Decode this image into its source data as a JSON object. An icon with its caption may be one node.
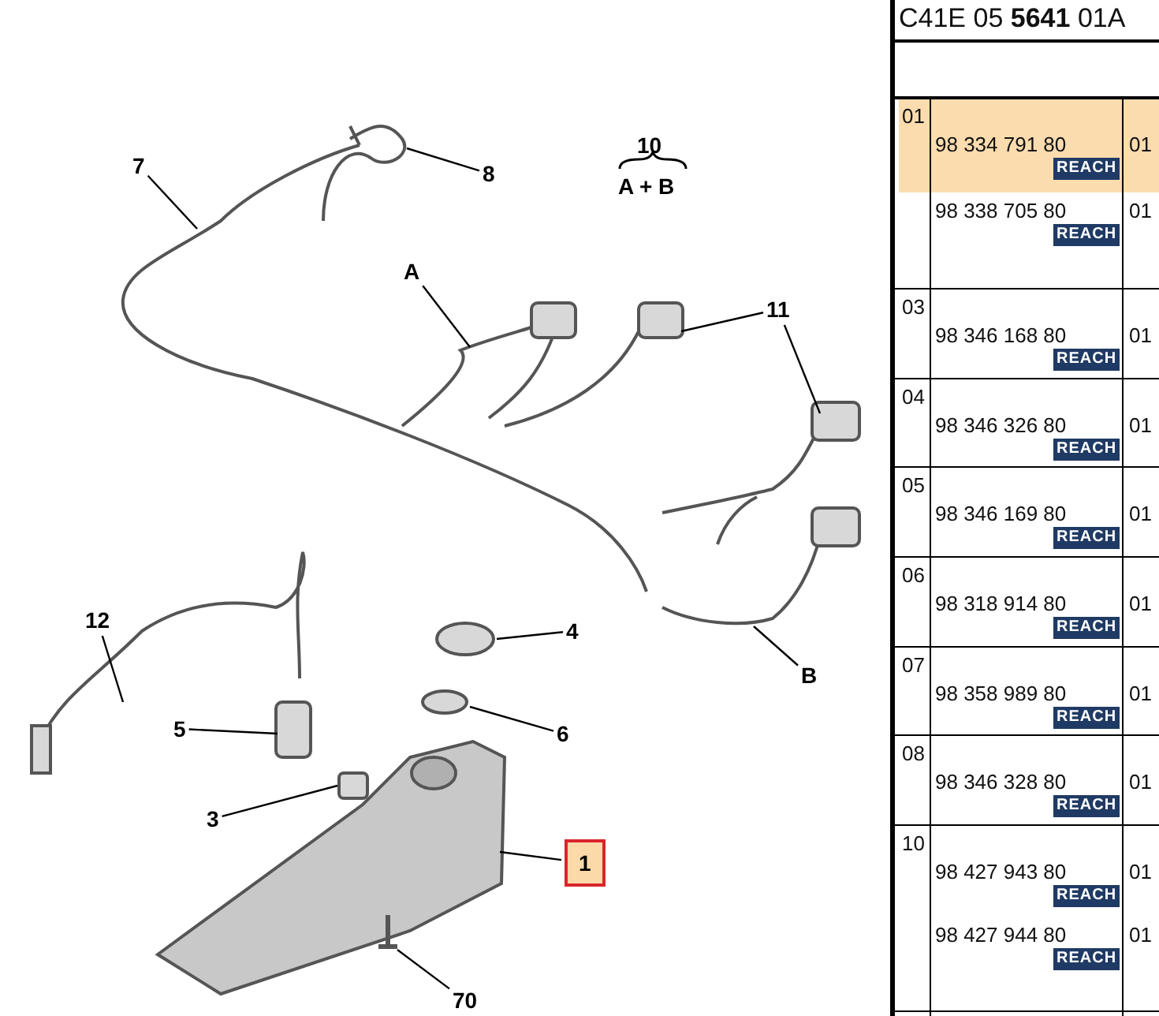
{
  "diagram": {
    "nodes": [
      {
        "text": [
          "7"
        ]
      },
      {
        "text": [
          "8"
        ]
      },
      {
        "text": [
          "A"
        ]
      },
      {
        "text": [
          "11"
        ]
      },
      {
        "text": [
          "12"
        ]
      },
      {
        "text": [
          "4"
        ]
      },
      {
        "text": [
          "B"
        ]
      },
      {
        "text": [
          "5"
        ]
      },
      {
        "text": [
          "6"
        ]
      },
      {
        "text": [
          "3"
        ]
      },
      {
        "text": [
          "1"
        ]
      },
      {
        "text": [
          "70"
        ]
      }
    ],
    "edges": [
      {
        "from": 0,
        "to": null,
        "arrow": "none"
      },
      {
        "from": 1,
        "to": null,
        "arrow": "none"
      },
      {
        "from": 2,
        "to": null,
        "arrow": "none"
      },
      {
        "from": 3,
        "to": null,
        "arrow": "none"
      },
      {
        "from": 3,
        "to": null,
        "arrow": "none"
      },
      {
        "from": 4,
        "to": null,
        "arrow": "none"
      },
      {
        "from": 5,
        "to": null,
        "arrow": "none"
      },
      {
        "from": 6,
        "to": null,
        "arrow": "none"
      },
      {
        "from": 7,
        "to": null,
        "arrow": "none"
      },
      {
        "from": 8,
        "to": null,
        "arrow": "none"
      },
      {
        "from": 9,
        "to": null,
        "arrow": "none"
      },
      {
        "from": 10,
        "to": null,
        "arrow": "none"
      },
      {
        "from": 11,
        "to": null,
        "arrow": "none"
      }
    ],
    "labels": [
      "10",
      "A + B",
      "C41E 05 **5641** 01A",
      "01",
      "98 334 791 80",
      "REACH",
      "01",
      "98 338 705 80",
      "REACH",
      "01",
      "03",
      "98 346 168 80",
      "REACH",
      "01",
      "04",
      "98 346 326 80",
      "REACH",
      "01",
      "05",
      "98 346 169 80",
      "REACH",
      "01",
      "06",
      "98 318 914 80",
      "REACH",
      "01",
      "07",
      "98 358 989 80",
      "REACH",
      "01",
      "08",
      "98 346 328 80",
      "REACH",
      "01",
      "10",
      "98 427 943 80",
      "REACH",
      "01",
      "98 427 944 80",
      "REACH",
      "01"
    ]
  }
}
